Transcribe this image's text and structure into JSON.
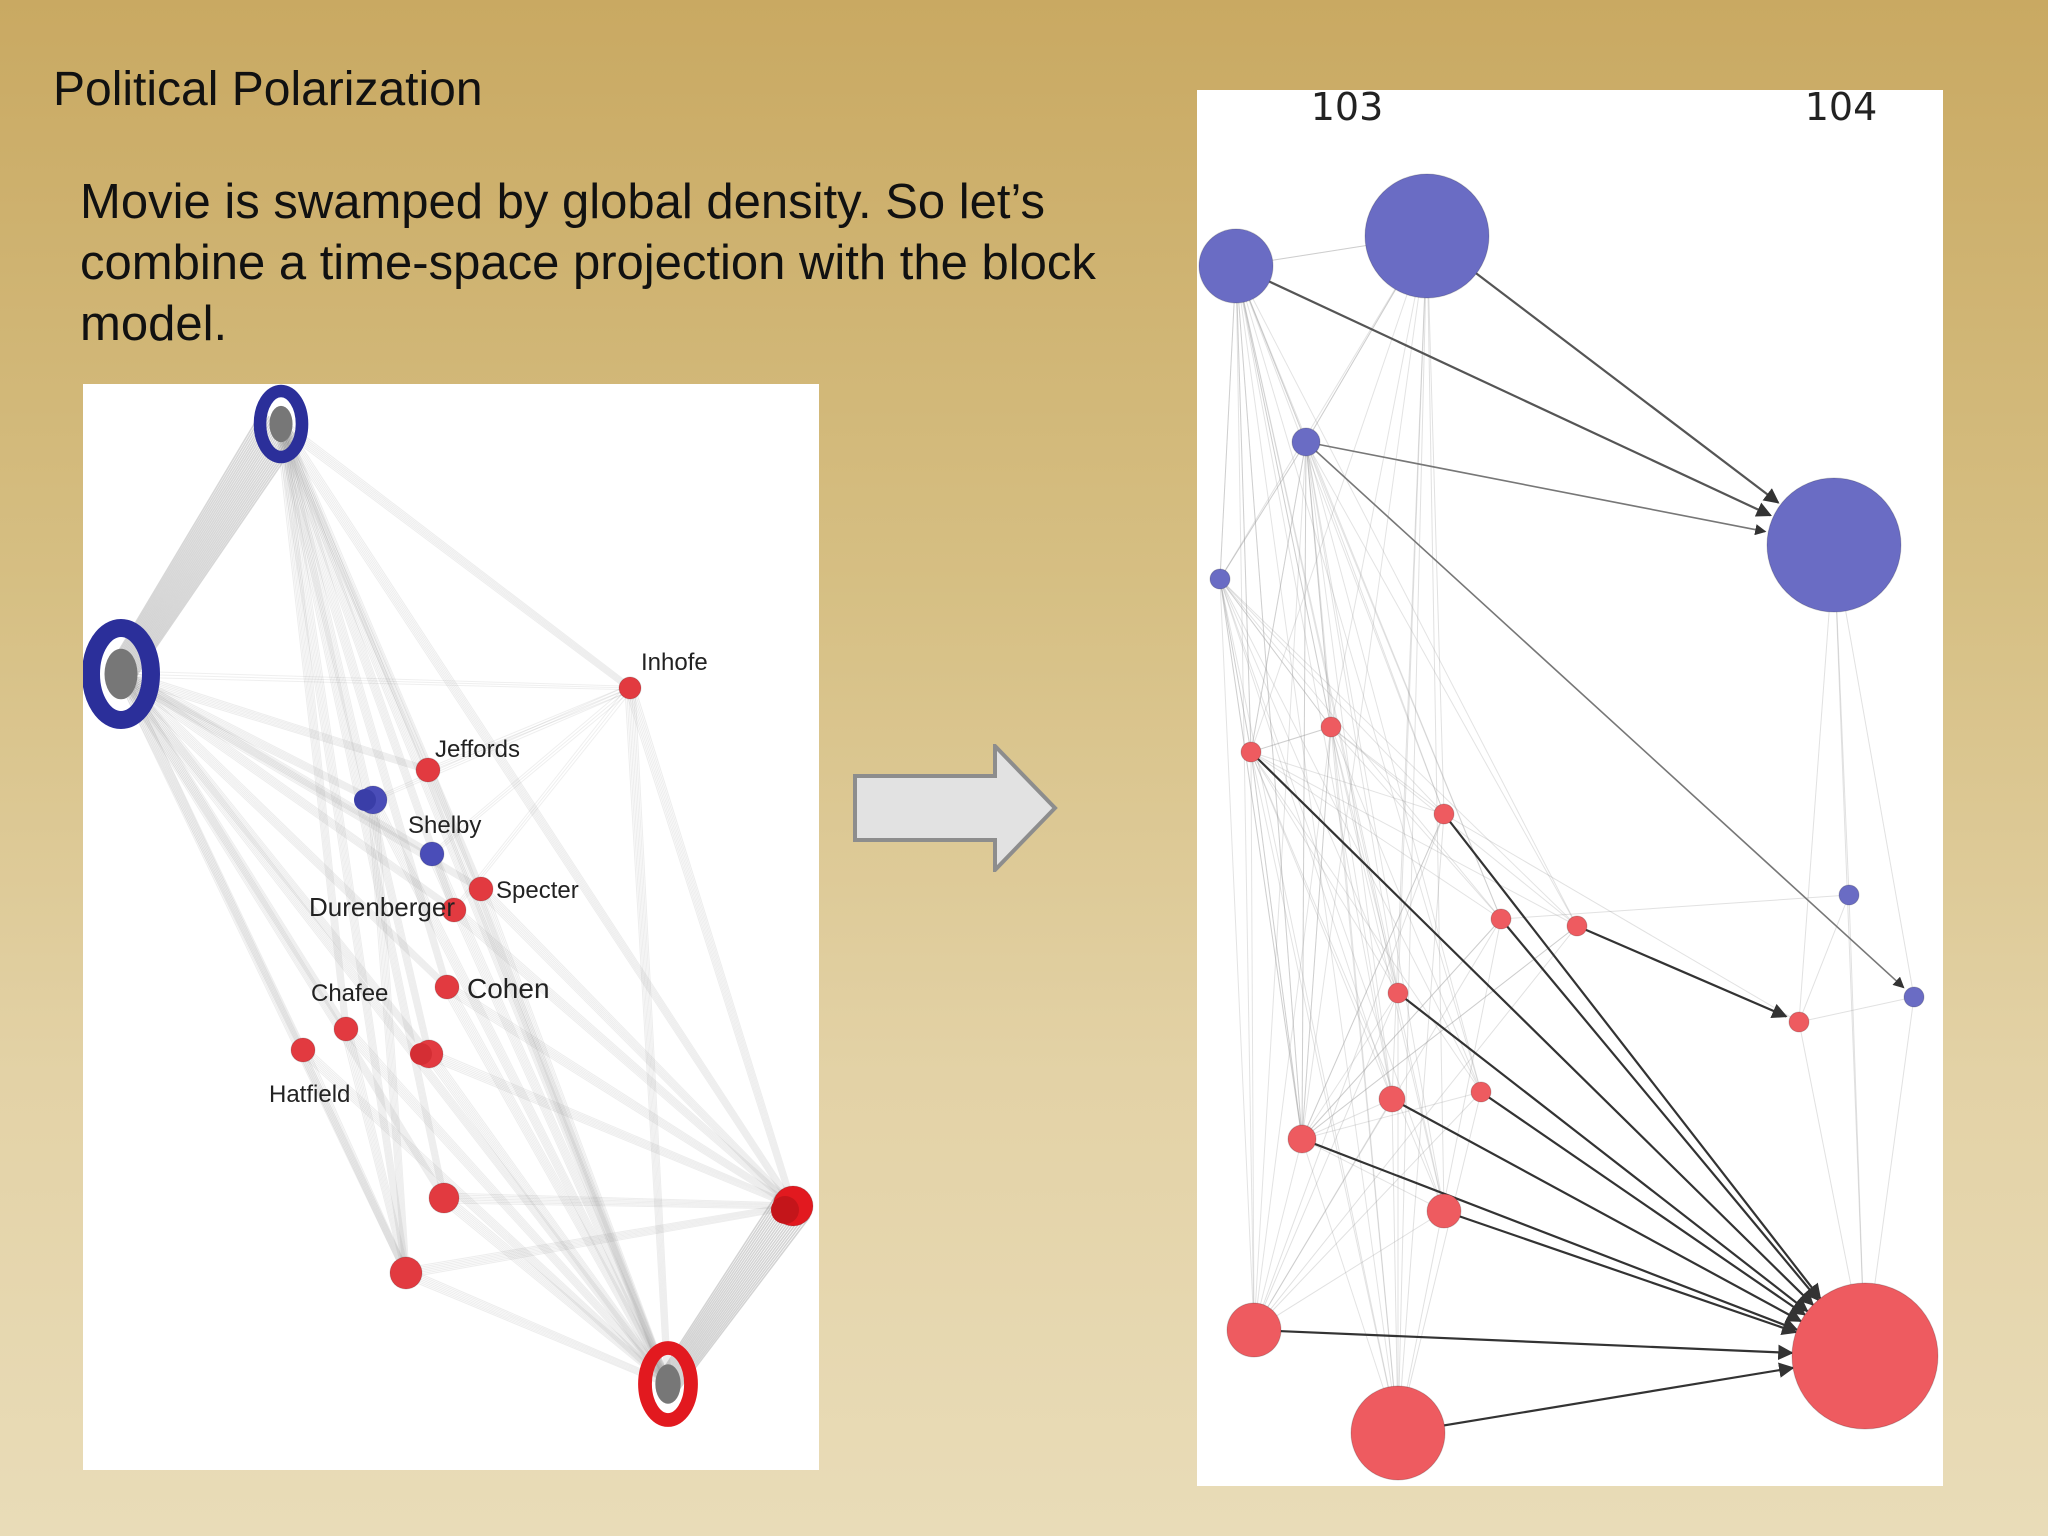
{
  "slide": {
    "title": "Political Polarization",
    "body": "Movie is swamped by global density.  So let’s combine a time-space projection with the block model."
  },
  "colors": {
    "democrat_dark": "#2b2f9a",
    "democrat_light": "#6a6cc4",
    "republican_dark": "#e2191f",
    "republican_light": "#ee5b60",
    "edge_gray": "#8c8c8c",
    "arrow_fill": "#e2e2e2",
    "arrow_stroke": "#8d8d8d"
  },
  "left_network": {
    "labels": [
      "Inhofe",
      "Jeffords",
      "Shelby",
      "Specter",
      "Durenberger",
      "Cohen",
      "Chafee",
      "Hatfield"
    ]
  },
  "right_network": {
    "columns": [
      "103",
      "104"
    ]
  },
  "icons": {
    "transition": "right-arrow-icon"
  }
}
